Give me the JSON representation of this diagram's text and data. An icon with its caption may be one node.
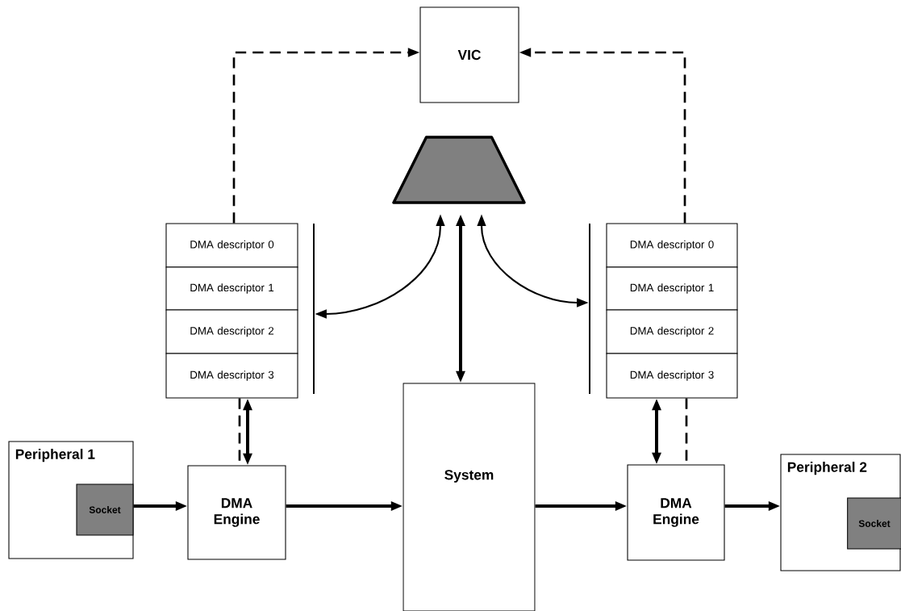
{
  "diagram": {
    "nodes": [
      {
        "text": [
          "VIC"
        ]
      },
      {
        "text": [],
        "shape": "trapezoid"
      },
      {
        "text": [
          "DMA descriptor 0"
        ]
      },
      {
        "text": [
          "DMA descriptor 1"
        ]
      },
      {
        "text": [
          "DMA descriptor 2"
        ]
      },
      {
        "text": [
          "DMA descriptor 3"
        ]
      },
      {
        "text": [],
        "shape": "bar"
      },
      {
        "text": [],
        "shape": "bar"
      },
      {
        "text": [
          "DMA descriptor 0"
        ]
      },
      {
        "text": [
          "DMA descriptor 1"
        ]
      },
      {
        "text": [
          "DMA descriptor 2"
        ]
      },
      {
        "text": [
          "DMA descriptor 3"
        ]
      },
      {
        "text": [
          "Peripheral 1"
        ]
      },
      {
        "text": [
          "Socket"
        ],
        "in": 12
      },
      {
        "text": [
          "DMA Engine"
        ]
      },
      {
        "text": [
          "System"
        ]
      },
      {
        "text": [
          "DMA Engine"
        ]
      },
      {
        "text": [
          "Peripheral 2"
        ]
      },
      {
        "text": [
          "Socket"
        ],
        "in": 17
      }
    ],
    "edges": [
      {
        "from": 2,
        "to": 0,
        "arrow": "to",
        "style": "dashed"
      },
      {
        "from": 8,
        "to": 0,
        "arrow": "to",
        "style": "dashed"
      },
      {
        "from": 1,
        "to": 6,
        "arrow": "both"
      },
      {
        "from": 1,
        "to": 15,
        "arrow": "both"
      },
      {
        "from": 1,
        "to": 7,
        "arrow": "both"
      },
      {
        "from": 5,
        "to": 14,
        "arrow": "none",
        "style": "dashed"
      },
      {
        "from": 5,
        "to": 14,
        "arrow": "both"
      },
      {
        "from": 11,
        "to": 16,
        "arrow": "both"
      },
      {
        "from": 11,
        "to": 16,
        "arrow": "none",
        "style": "dashed"
      },
      {
        "from": 13,
        "to": 14,
        "arrow": "to"
      },
      {
        "from": 14,
        "to": 15,
        "arrow": "to"
      },
      {
        "from": 15,
        "to": 16,
        "arrow": "to"
      },
      {
        "from": 16,
        "to": 17,
        "arrow": "to"
      }
    ]
  }
}
